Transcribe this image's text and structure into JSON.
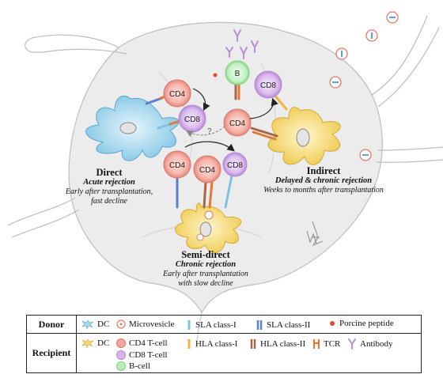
{
  "cells": {
    "cd4_label": "CD4",
    "cd8_label": "CD8",
    "b_label": "B",
    "question": "?"
  },
  "pathways": {
    "direct": {
      "title": "Direct",
      "subtitle": "Acute rejection",
      "desc1": "Early after transplantation,",
      "desc2": "fast decline"
    },
    "indirect": {
      "title": "Indirect",
      "subtitle": "Delayed & chronic rejection",
      "desc1": "Weeks to months after transplantation"
    },
    "semidirect": {
      "title": "Semi-direct",
      "subtitle": "Chronic rejection",
      "desc1": "Early after transplantation",
      "desc2": "with slow decline"
    }
  },
  "legend": {
    "donor": {
      "header": "Donor",
      "items": [
        "DC",
        "Microvesicle",
        "SLA class-I",
        "SLA class-II",
        "Porcine peptide"
      ]
    },
    "recipient": {
      "header": "Recipient",
      "items": [
        "DC",
        "CD4 T-cell",
        "HLA class-I",
        "HLA class-II",
        "TCR",
        "Antibody",
        "CD8 T-cell",
        "B-cell"
      ]
    }
  },
  "colors": {
    "donor_dc": "#a9d8ec",
    "recipient_dc": "#f5d873",
    "cd4": "#f2a8a0",
    "cd8": "#d8b4ea",
    "bcell": "#b9ecb9",
    "antibody": "#b98fd6",
    "peptide": "#e8443a",
    "microvesicle": "#e87a6a"
  }
}
